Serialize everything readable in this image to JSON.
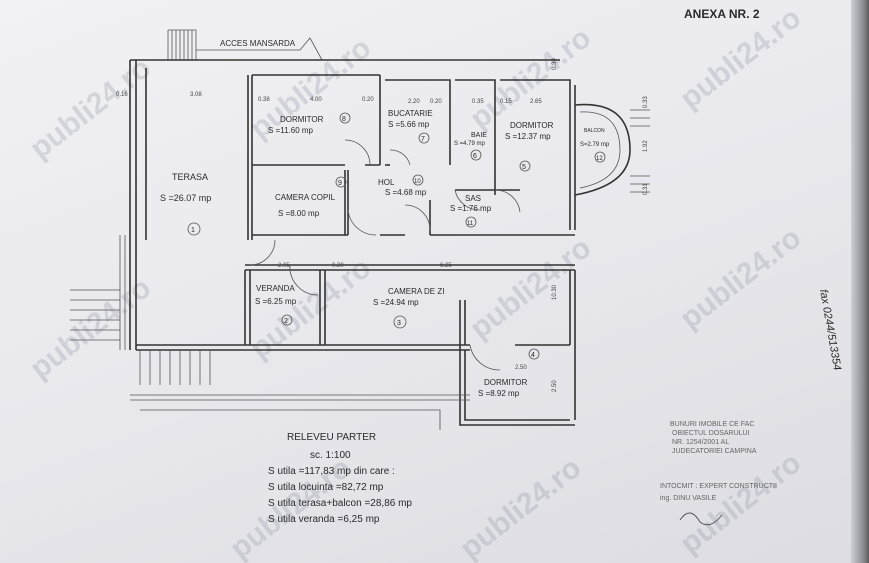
{
  "annex": "ANEXA NR. 2",
  "access": "ACCES MANSARDA",
  "rooms": {
    "terasa": {
      "name": "TERASA",
      "area": "S =26.07 mp",
      "num": "1"
    },
    "dormitor1": {
      "name": "DORMITOR",
      "area": "S =11.60 mp",
      "num": "8"
    },
    "bucatarie": {
      "name": "BUCATARIE",
      "area": "S =5.66 mp",
      "num": "7"
    },
    "baie": {
      "name": "BAIE",
      "area": "S =4.79 mp",
      "num": "6"
    },
    "dormitor2": {
      "name": "DORMITOR",
      "area": "S =12.37 mp",
      "num": "5"
    },
    "balcon": {
      "name": "BALCON",
      "area": "S=2.79 mp",
      "num": "12"
    },
    "camera_copil": {
      "name": "CAMERA COPIL",
      "area": "S =8.00 mp",
      "num": "9"
    },
    "hol": {
      "name": "HOL",
      "area": "S =4.68 mp",
      "num": "10"
    },
    "sas": {
      "name": "SAS",
      "area": "S =1.76 mp",
      "num": "11"
    },
    "veranda": {
      "name": "VERANDA",
      "area": "S =6.25 mp",
      "num": "2"
    },
    "camera_zi": {
      "name": "CAMERA DE ZI",
      "area": "S =24.94 mp",
      "num": "3"
    },
    "dormitor3": {
      "name": "DORMITOR",
      "area": "S =8.92 mp",
      "num": "4"
    }
  },
  "dims": {
    "d1": "0.16",
    "d2": "3.08",
    "d3": "0.38",
    "d4": "4.00",
    "d5": "0.20",
    "d6": "2.20",
    "d7": "0.20",
    "d8": "0.35",
    "d9": "0.15",
    "d10": "2.65",
    "d11": "2.05",
    "d12": "0.30",
    "d13": "6.25",
    "d14": "2.50",
    "v1": "0.30",
    "v2": "1.92",
    "v3": "0.31",
    "v4": "0.33",
    "v5": "10.30",
    "v6": "2.50"
  },
  "legend": {
    "title": "RELEVEU PARTER",
    "scale": "sc. 1:100",
    "line1": "S utila =117,83 mp din care :",
    "line2": "S utila locuinta =82,72 mp",
    "line3": "S utila terasa+balcon =28,86 mp",
    "line4": "S utila veranda =6,25 mp"
  },
  "stamp": {
    "l1": "BUNURI IMOBILE CE FAC",
    "l2": "OBIECTUL DOSARULUI",
    "l3": "NR. 1254/2001 AL",
    "l4": "JUDECATORIEI CAMPINA",
    "l5": "INTOCMIT : EXPERT CONSTRUCTII",
    "l6": "ing. DINU VASILE"
  },
  "handwriting": "fax 0244/513354",
  "watermark": "publi24.ro"
}
